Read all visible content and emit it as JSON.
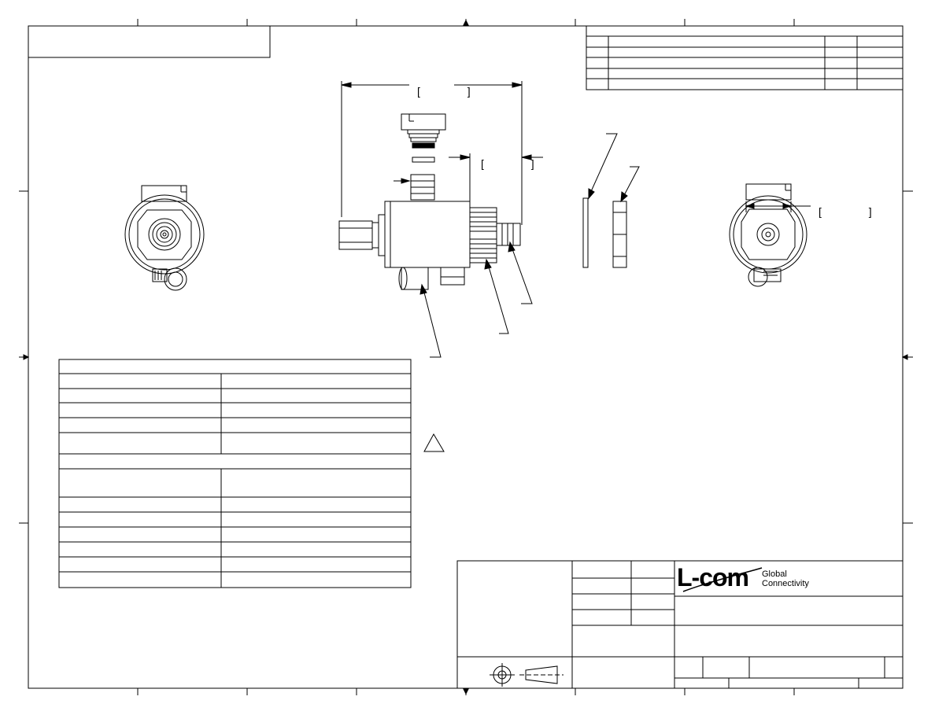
{
  "logo": {
    "brand": "L-com",
    "tagline_line1": "Global",
    "tagline_line2": "Connectivity"
  },
  "dimension_brackets": {
    "overall_length": "[ ]",
    "connector_length": "[ ]",
    "end_view_width": "[ ]"
  },
  "icons": {
    "revision_warning": "warning-triangle-icon",
    "projection_symbol": "third-angle-projection-icon"
  }
}
